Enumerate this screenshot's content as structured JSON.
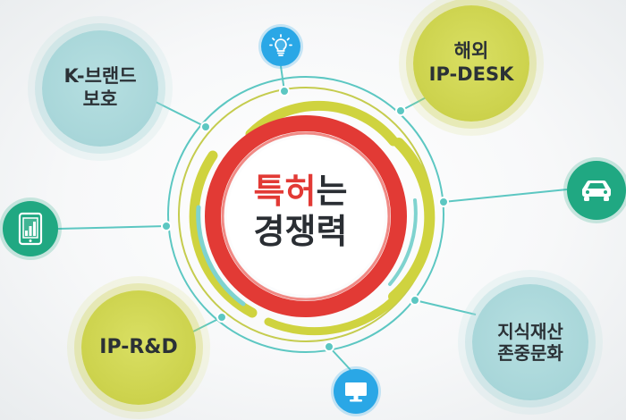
{
  "center": {
    "highlight": "특허",
    "suffix": "는",
    "line2": "경쟁력"
  },
  "nodes": {
    "k_brand": "K-브랜드\n보호",
    "overseas": "해외\nIP-DESK",
    "ip_rd": "IP-R&D",
    "respect": "지식재산\n존중문화"
  },
  "icons": {
    "top": "lightbulb-icon",
    "left": "tablet-chart-icon",
    "right": "car-icon",
    "bottom": "monitor-icon"
  },
  "colors": {
    "red": "#e23a35",
    "teal_bubble": "#a8d6d9",
    "olive_bubble": "#ccd24c",
    "icon_blue": "#2aa7e6",
    "icon_green": "#20a882",
    "ring_teal": "#5cc7c2",
    "ring_yellow": "#cfd33f"
  }
}
